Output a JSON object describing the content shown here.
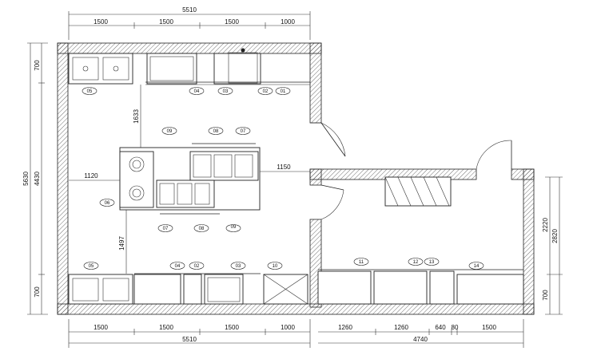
{
  "dimensions": {
    "top_total": "5510",
    "top_segments": [
      "1500",
      "1500",
      "1500",
      "1000"
    ],
    "bottom_left_segments": [
      "1500",
      "1500",
      "1500",
      "1000"
    ],
    "bottom_right_segments": [
      "1260",
      "1260",
      "640",
      "80",
      "1500"
    ],
    "bottom_left_total": "5510",
    "bottom_right_total": "4740",
    "left_outer": "5630",
    "left_inner": "4430",
    "left_top": "700",
    "left_bottom": "700",
    "right_outer": "2820",
    "right_inner": "2220",
    "right_bottom": "700",
    "interior_1633": "1633",
    "interior_1120": "1120",
    "interior_1150": "1150",
    "interior_1497": "1497"
  },
  "equipment_tags": {
    "top": [
      "05",
      "04",
      "03",
      "02",
      "01"
    ],
    "island_top": [
      "09",
      "08",
      "07"
    ],
    "island_left": "06",
    "island_bottom": [
      "07",
      "08",
      "09"
    ],
    "bottom": [
      "05",
      "04",
      "02",
      "03",
      "10",
      "11",
      "12",
      "13",
      "14"
    ]
  }
}
